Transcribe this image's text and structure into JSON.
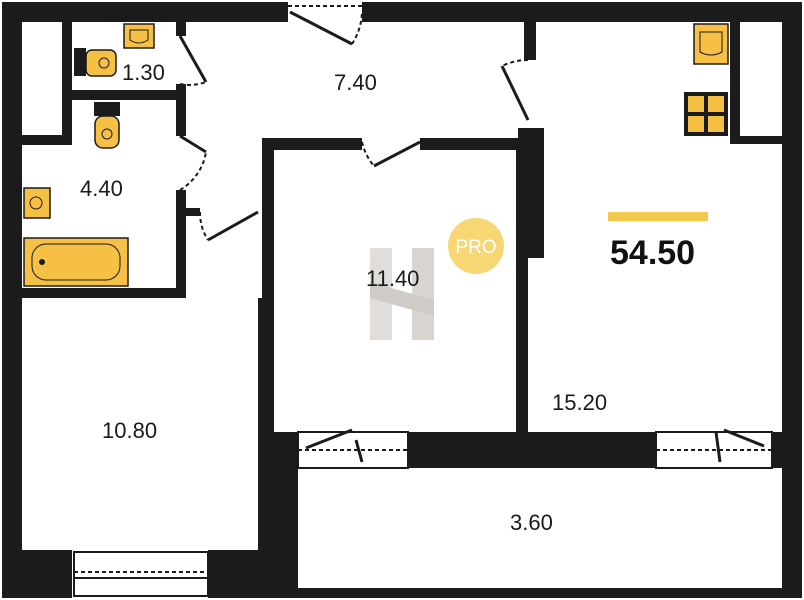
{
  "colors": {
    "wall": "#1b1b1b",
    "fixture": "#f5c044",
    "accent_bar": "#f2c94c",
    "badge": "#f7d774",
    "watermark": "#c9c3bc"
  },
  "total_area": "54.50",
  "badge_text": "PRO",
  "rooms": {
    "wc": "1.30",
    "hall": "7.40",
    "bath": "4.40",
    "bedroom": "11.40",
    "kitchen_living": "15.20",
    "room": "10.80",
    "balcony": "3.60"
  },
  "icons": {
    "watermark": "h-logo-icon",
    "stove": "stove-icon",
    "bathtub": "bathtub-icon",
    "toilet": "toilet-icon",
    "sink": "sink-icon"
  }
}
